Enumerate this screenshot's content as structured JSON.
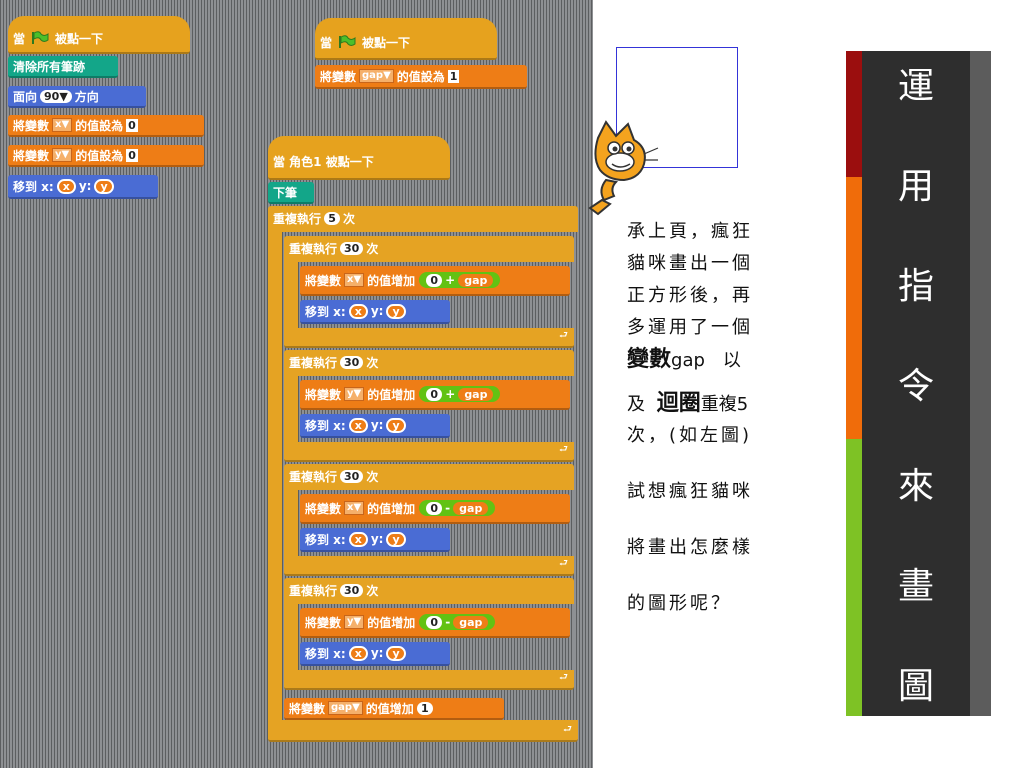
{
  "script1": {
    "hat_when": "當",
    "hat_clicked": "被點一下",
    "clear": "清除所有筆跡",
    "point_dir": "面向",
    "point_val": "90▼",
    "point_suffix": "方向",
    "set_label": "將變數",
    "set_x_var": "x▼",
    "set_mid": "的值設為",
    "set_x_val": "0",
    "set_y_var": "y▼",
    "set_y_val": "0",
    "goto_label": "移到 x:",
    "goto_x": "x",
    "goto_y_label": "y:",
    "goto_y": "y"
  },
  "script2": {
    "hat_when": "當",
    "hat_clicked": "被點一下",
    "set_label": "將變數",
    "var": "gap▼",
    "mid": "的值設為",
    "val": "1"
  },
  "script3": {
    "hat": "當 角色1 被點一下",
    "pen_down": "下筆",
    "repeat_outer": "重複執行",
    "repeat_outer_count": "5",
    "times": "次",
    "loops": [
      {
        "repeat": "重複執行",
        "count": "30",
        "times": "次",
        "change": "將變數",
        "var": "x▼",
        "change_mid": "的值增加",
        "left": "0",
        "op": "+",
        "right": "gap",
        "goto": "移到 x:",
        "gx": "x",
        "gy_label": "y:",
        "gy": "y"
      },
      {
        "repeat": "重複執行",
        "count": "30",
        "times": "次",
        "change": "將變數",
        "var": "y▼",
        "change_mid": "的值增加",
        "left": "0",
        "op": "+",
        "right": "gap",
        "goto": "移到 x:",
        "gx": "x",
        "gy_label": "y:",
        "gy": "y"
      },
      {
        "repeat": "重複執行",
        "count": "30",
        "times": "次",
        "change": "將變數",
        "var": "x▼",
        "change_mid": "的值增加",
        "left": "0",
        "op": "-",
        "right": "gap",
        "goto": "移到 x:",
        "gx": "x",
        "gy_label": "y:",
        "gy": "y"
      },
      {
        "repeat": "重複執行",
        "count": "30",
        "times": "次",
        "change": "將變數",
        "var": "y▼",
        "change_mid": "的值增加",
        "left": "0",
        "op": "-",
        "right": "gap",
        "goto": "移到 x:",
        "gx": "x",
        "gy_label": "y:",
        "gy": "y"
      }
    ],
    "final_change": "將變數",
    "final_var": "gap▼",
    "final_mid": "的值增加",
    "final_val": "1"
  },
  "description": {
    "line1": "承上頁，瘋狂",
    "line2": "貓咪畫出一個",
    "line3": "正方形後，再",
    "line4": "多運用了一個",
    "line5_bold": "變數",
    "line5_rest": "gap　以",
    "line6_pre": "及",
    "line6_bold": "迴圈",
    "line6_rest": "重複5",
    "line7": "次，(如左圖)",
    "line8": "試想瘋狂貓咪",
    "line9": "將畫出怎麼樣",
    "line10": "的圖形呢？"
  },
  "sidebar": {
    "chars": [
      "運",
      "用",
      "指",
      "令",
      "來",
      "畫",
      "圖"
    ]
  },
  "colors": {
    "event": "#e6a21e",
    "pen": "#13a689",
    "motion": "#4a6cd4",
    "variable": "#ee7d16",
    "operator": "#62c213",
    "bar_red": "#9b0e0e",
    "bar_orange": "#f06c0a",
    "bar_green": "#7ec225"
  },
  "icons": {
    "flag": "green-flag-icon",
    "cat": "scratch-cat-sprite"
  }
}
